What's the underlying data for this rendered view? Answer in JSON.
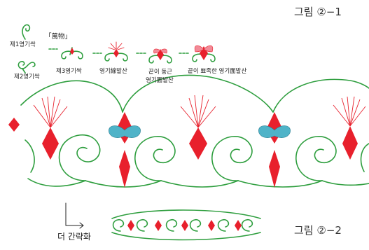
{
  "figure_labels": {
    "fig1": "그림 ②−1",
    "fig2": "그림 ②−2"
  },
  "stages": {
    "s1": "제1영기싹",
    "s2": "제2영기싹",
    "s3": "제3영기싹",
    "s4": "영기線발산",
    "s5_line1": "끝이 둥근",
    "s5_line2": "영기面발산",
    "s6": "끝이 뾰족한 영기面발산"
  },
  "bracket": "「萬物」",
  "simplified": "더 간략화",
  "colors": {
    "green": "#2e9e3e",
    "red": "#e8202c",
    "blue": "#4fb3c8",
    "pink": "#f28b98"
  }
}
